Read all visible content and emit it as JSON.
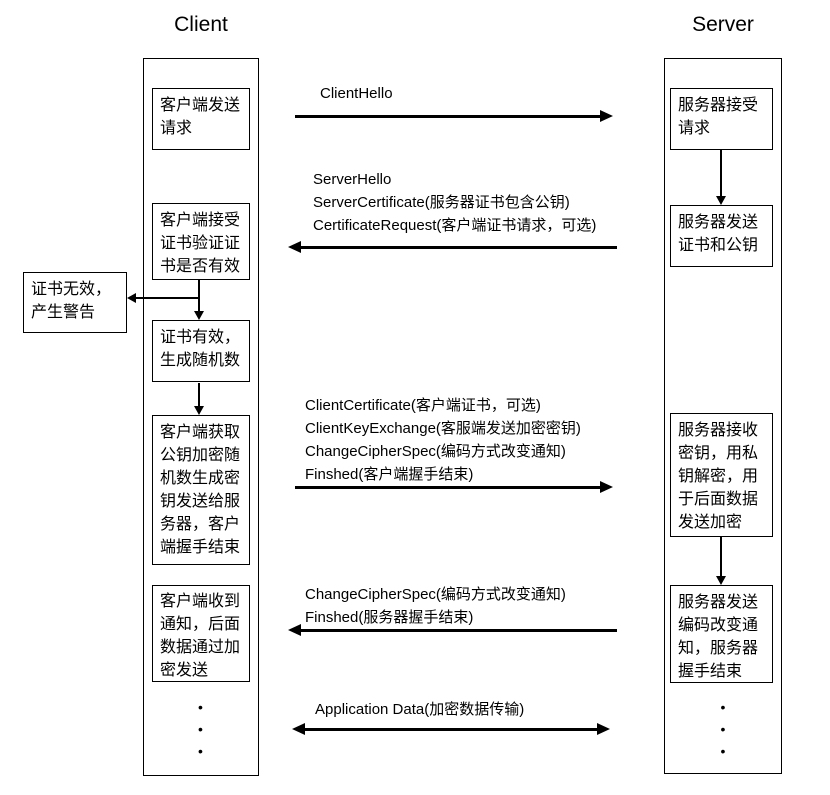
{
  "titles": {
    "client": "Client",
    "server": "Server"
  },
  "client": {
    "boxes": [
      {
        "text": "客户端发送请求"
      },
      {
        "text": "客户端接受证书验证证书是否有效"
      },
      {
        "text": "证书有效，生成随机数"
      },
      {
        "text": "客户端获取公钥加密随机数生成密钥发送给服务器，客户端握手结束"
      },
      {
        "text": "客户端收到通知，后面数据通过加密发送"
      }
    ]
  },
  "warning": {
    "text": "证书无效，产生警告"
  },
  "server": {
    "boxes": [
      {
        "text": "服务器接受请求"
      },
      {
        "text": "服务器发送证书和公钥"
      },
      {
        "text": "服务器接收密钥，用私钥解密，用于后面数据发送加密"
      },
      {
        "text": "服务器发送编码改变通知，服务器握手结束"
      }
    ]
  },
  "messages": [
    {
      "direction": "right",
      "lines": [
        "ClientHello"
      ]
    },
    {
      "direction": "left",
      "lines": [
        "ServerHello",
        "ServerCertificate(服务器证书包含公钥)",
        "CertificateRequest(客户端证书请求，可选)"
      ]
    },
    {
      "direction": "right",
      "lines": [
        "ClientCertificate(客户端证书，可选)",
        "ClientKeyExchange(客服端发送加密密钥)",
        "ChangeCipherSpec(编码方式改变通知)",
        "Finshed(客户端握手结束)"
      ]
    },
    {
      "direction": "left",
      "lines": [
        "ChangeCipherSpec(编码方式改变通知)",
        "Finshed(服务器握手结束)"
      ]
    },
    {
      "direction": "both",
      "lines": [
        "Application Data(加密数据传输)"
      ]
    }
  ],
  "ellipsis": {
    "char": "•"
  },
  "colors": {
    "line": "#000000",
    "background": "#ffffff",
    "text": "#000000"
  }
}
